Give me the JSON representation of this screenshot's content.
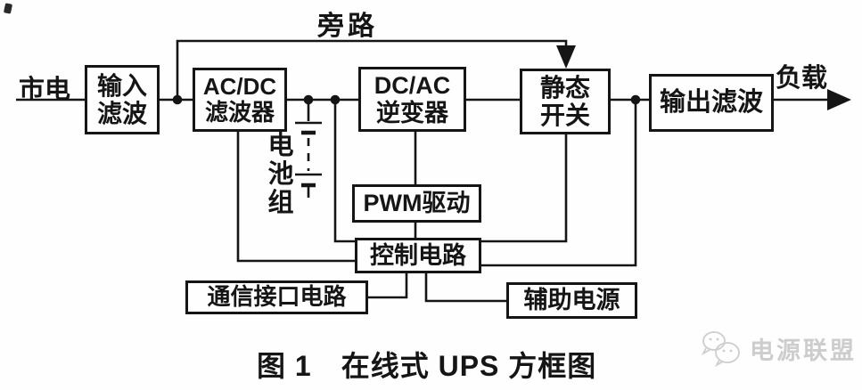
{
  "diagram": {
    "labels": {
      "mains": "市电",
      "load": "负载",
      "bypass": "旁路",
      "battery_group": "电池组"
    },
    "blocks": {
      "input_filter": {
        "line1": "输入",
        "line2": "滤波"
      },
      "acdc_filter": {
        "line1": "AC/DC",
        "line2": "滤波器"
      },
      "dcac_inverter": {
        "line1": "DC/AC",
        "line2": "逆变器"
      },
      "static_switch": {
        "line1": "静态",
        "line2": "开关"
      },
      "output_filter": {
        "label": "输出滤波"
      },
      "pwm_drive": {
        "label": "PWM驱动"
      },
      "control_circuit": {
        "label": "控制电路"
      },
      "comm_interface": {
        "label": "通信接口电路"
      },
      "aux_power": {
        "label": "辅助电源"
      }
    },
    "caption": "图 1　在线式 UPS 方框图",
    "watermark": {
      "text": "电源联盟"
    },
    "colors": {
      "ink": "#151515",
      "background": "#fefefe",
      "watermark": "#cdcdcd"
    }
  }
}
